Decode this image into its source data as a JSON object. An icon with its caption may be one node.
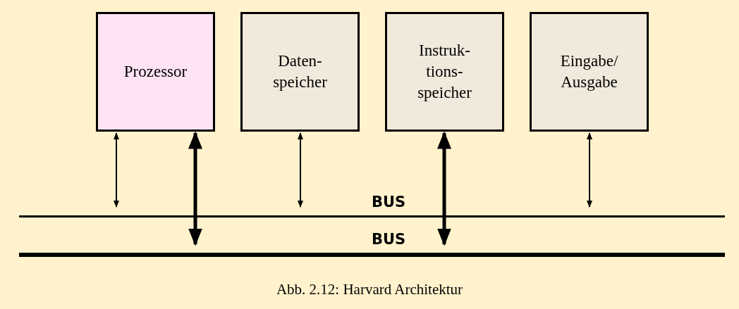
{
  "diagram": {
    "caption": "Abb. 2.12: Harvard Architektur",
    "nodes": [
      {
        "text": [
          "Prozessor"
        ]
      },
      {
        "text": [
          "Daten- speicher"
        ]
      },
      {
        "text": [
          "Instruk- tions- speicher"
        ]
      },
      {
        "text": [
          "Eingabe/ Ausgabe"
        ]
      },
      {
        "text": [
          "BUS"
        ]
      },
      {
        "text": [
          "BUS"
        ]
      }
    ],
    "edges": [
      {
        "from": 0,
        "to": 4,
        "arrow": "both"
      },
      {
        "from": 0,
        "to": 5,
        "arrow": "both",
        "style": "thick"
      },
      {
        "from": 1,
        "to": 4,
        "arrow": "both"
      },
      {
        "from": 2,
        "to": 5,
        "arrow": "both",
        "style": "thick"
      },
      {
        "from": 3,
        "to": 4,
        "arrow": "both"
      }
    ]
  }
}
